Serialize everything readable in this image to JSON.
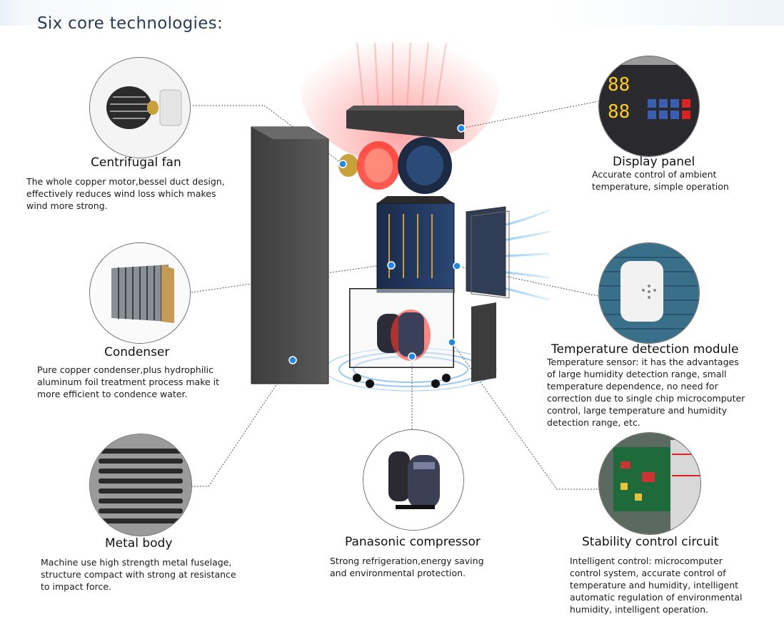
{
  "title": "Six core technologies:",
  "features": {
    "centrifugal_fan": {
      "title": "Centrifugal fan",
      "description": [
        "The whole copper motor,bessel duct design,",
        "effectively reduces wind loss which makes",
        "wind more strong."
      ]
    },
    "condenser": {
      "title": "Condenser",
      "description": [
        "Pure copper condenser,plus hydrophilic",
        "aluminum foil treatment process make it",
        "more efficient to condence water."
      ]
    },
    "metal_body": {
      "title": "Metal body",
      "description": [
        "Machine use high strength metal fuselage,",
        "structure compact with strong at resistance",
        "to impact force."
      ]
    },
    "panasonic_compressor": {
      "title": "Panasonic compressor",
      "description": [
        "Strong refrigeration,energy saving",
        "and environmental protection."
      ]
    },
    "display_panel": {
      "title": "Display panel",
      "description": [
        "Accurate control of ambient",
        "temperature, simple operation"
      ]
    },
    "temperature_detection": {
      "title": "Temperature detection module",
      "description": [
        "Temperature sensor: it has the advantages",
        "of large humidity detection range, small",
        "temperature dependence, no need for",
        "correction due to single chip microcomputer",
        "control, large temperature and humidity",
        "detection range, etc."
      ]
    },
    "stability_control": {
      "title": "Stability control circuit",
      "description": [
        "Intelligent control: microcomputer",
        "control system, accurate control of",
        "temperature and humidity, intelligent",
        "automatic regulation of environmental",
        "humidity, intelligent operation."
      ]
    }
  },
  "display_digits": [
    "88",
    "88"
  ],
  "colors": {
    "title": "#2c3a57",
    "connector": "#555555",
    "marker": "#1e88e5",
    "heat": "#ff3b30",
    "airflow": "#4aa8ee"
  }
}
